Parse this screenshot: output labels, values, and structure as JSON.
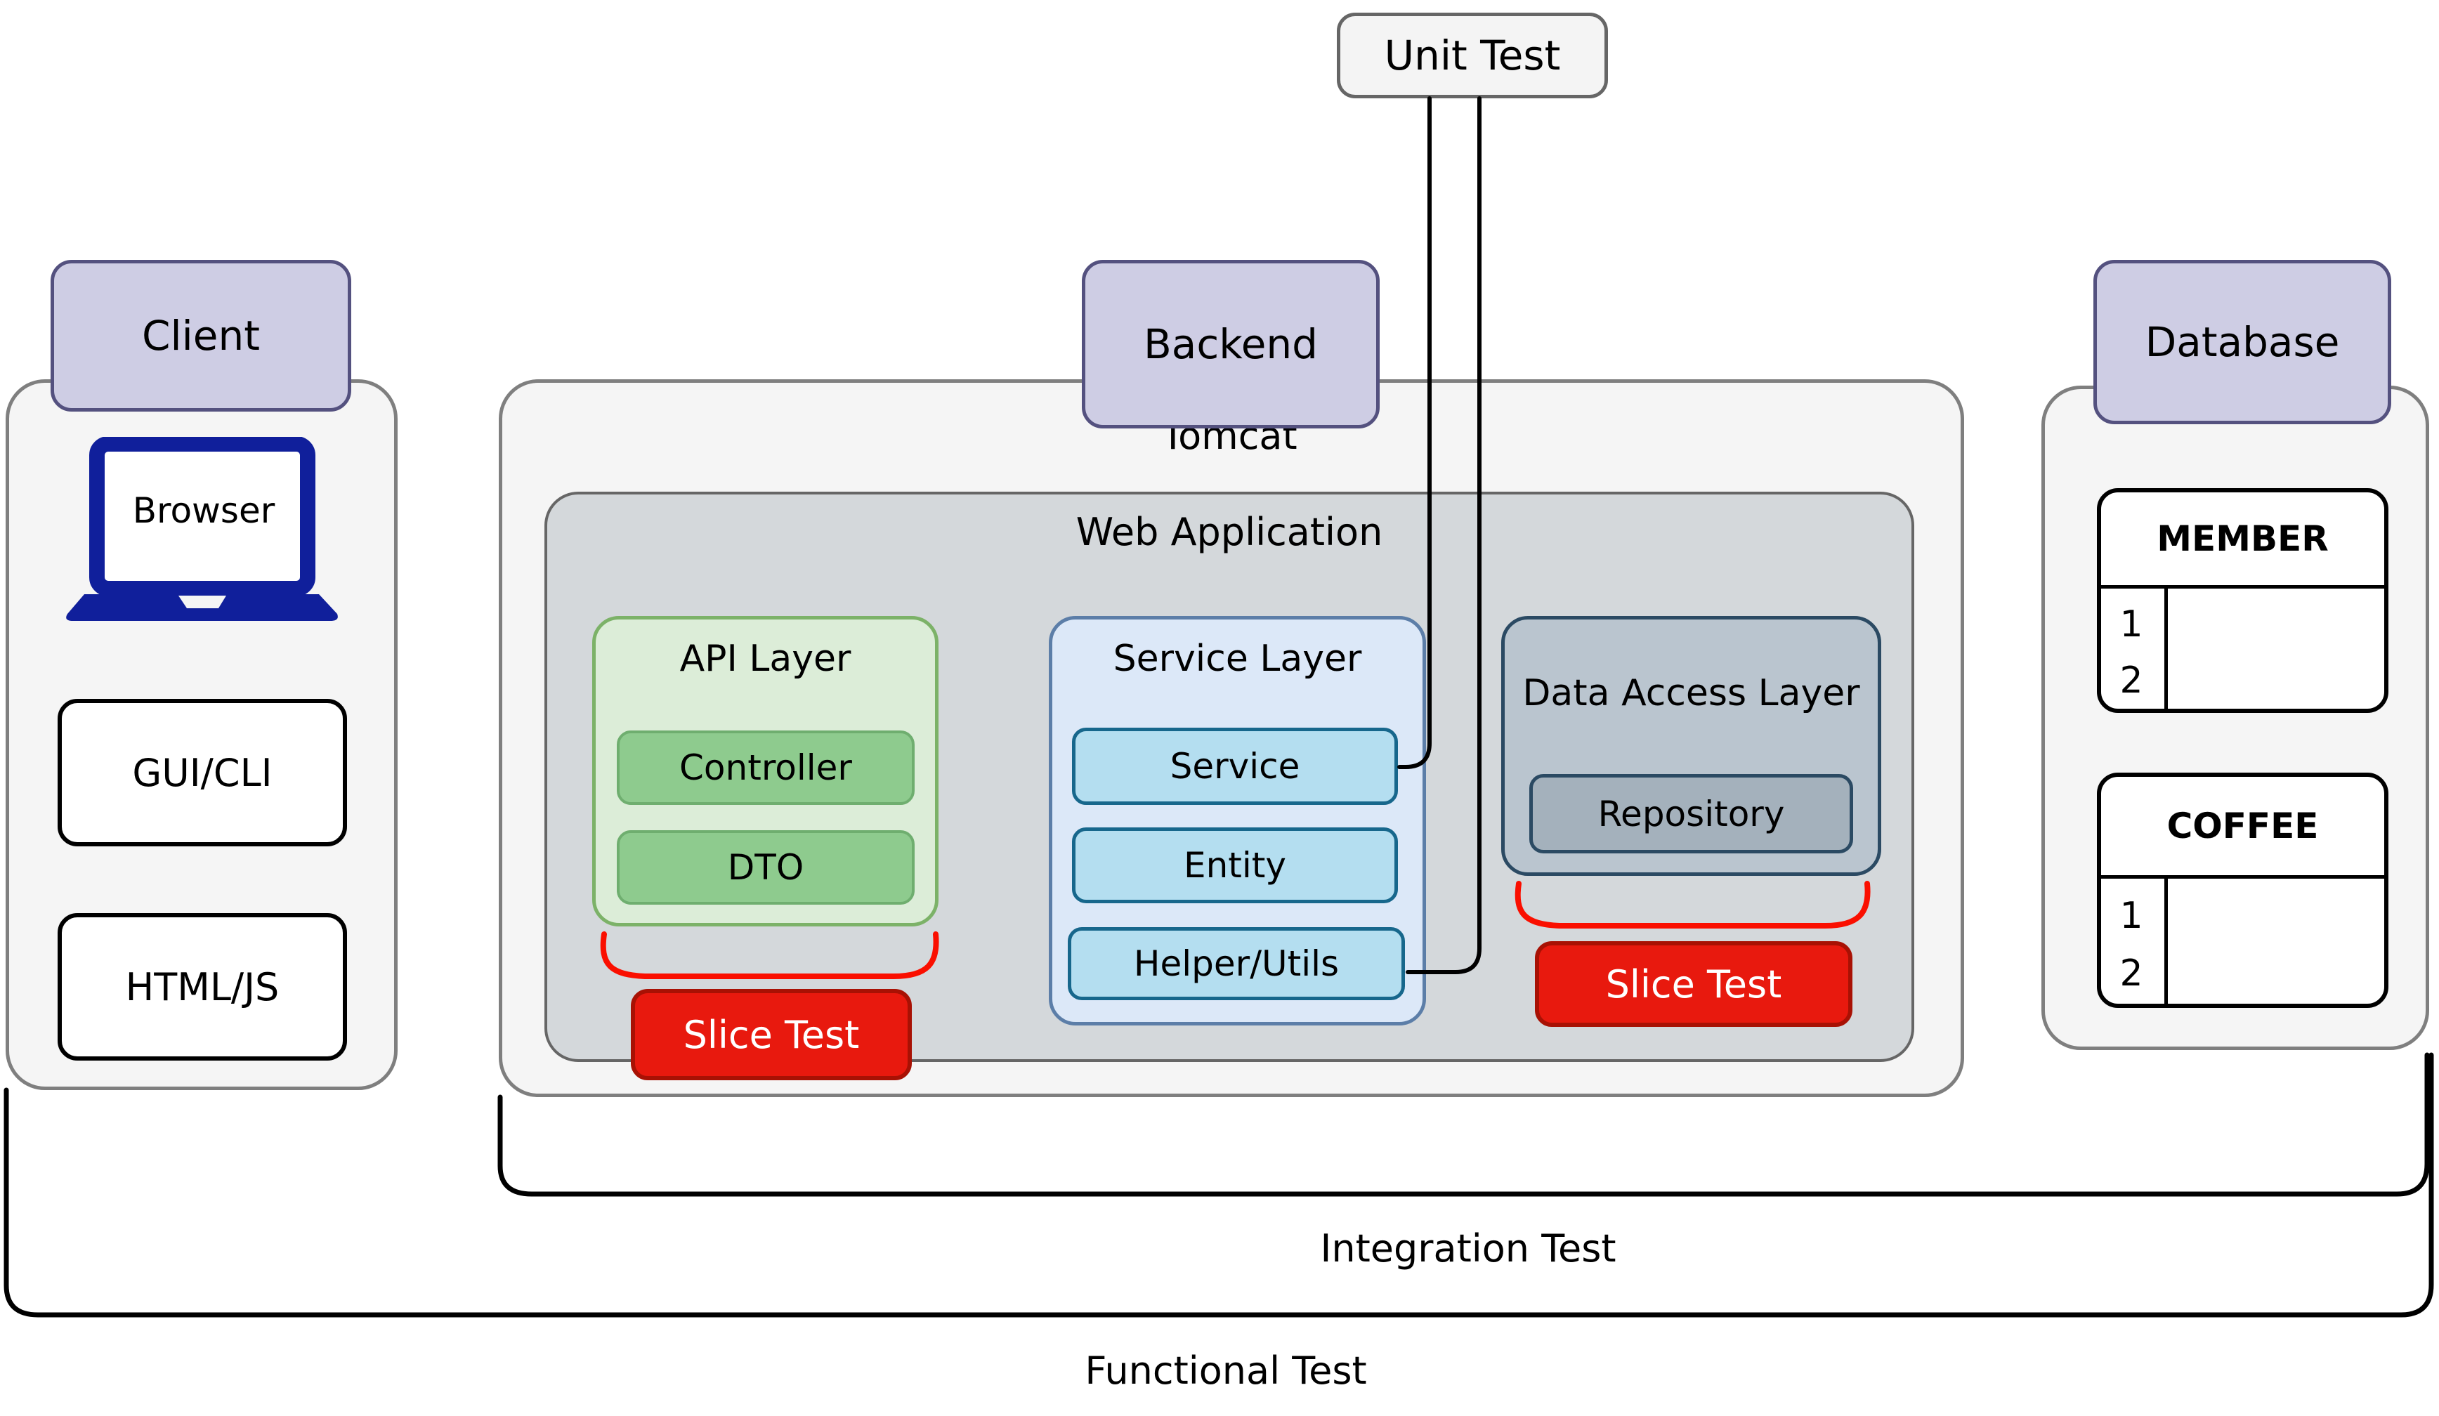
{
  "unit_test": {
    "label": "Unit Test"
  },
  "client": {
    "label": "Client",
    "browser_label": "Browser",
    "gui_cli_label": "GUI/CLI",
    "html_js_label": "HTML/JS"
  },
  "backend": {
    "label": "Backend",
    "server_label": "Tomcat",
    "web_app_label": "Web Application",
    "api_layer": {
      "title": "API Layer",
      "controller": "Controller",
      "dto": "DTO",
      "slice_test_label": "Slice Test"
    },
    "service_layer": {
      "title": "Service Layer",
      "service": "Service",
      "entity": "Entity",
      "helper": "Helper/Utils"
    },
    "data_access_layer": {
      "title": "Data Access Layer",
      "repository": "Repository",
      "slice_test_label": "Slice Test"
    }
  },
  "database": {
    "label": "Database",
    "tables": [
      {
        "name": "MEMBER",
        "rows": [
          "1",
          "2"
        ]
      },
      {
        "name": "COFFEE",
        "rows": [
          "1",
          "2"
        ]
      }
    ]
  },
  "tests": {
    "integration_label": "Integration Test",
    "functional_label": "Functional Test"
  },
  "colors": {
    "label_fill": "#cecde4",
    "label_border": "#54517f",
    "container_fill": "#f5f5f5",
    "web_app_fill": "#d4d8db",
    "api_fill": "#dcedd8",
    "api_border": "#7cb268",
    "api_inner": "#8ecb8e",
    "service_fill": "#dce8f8",
    "service_border": "#5c7ea8",
    "service_inner": "#b4def0",
    "service_inner_border": "#17678c",
    "dal_fill": "#bac5cf",
    "dal_border": "#2b4a63",
    "repository_fill": "#a4b1bc",
    "slice_test_fill": "#e8190e",
    "bracket_red": "#fa0f00",
    "laptop_navy": "#101f9b"
  }
}
